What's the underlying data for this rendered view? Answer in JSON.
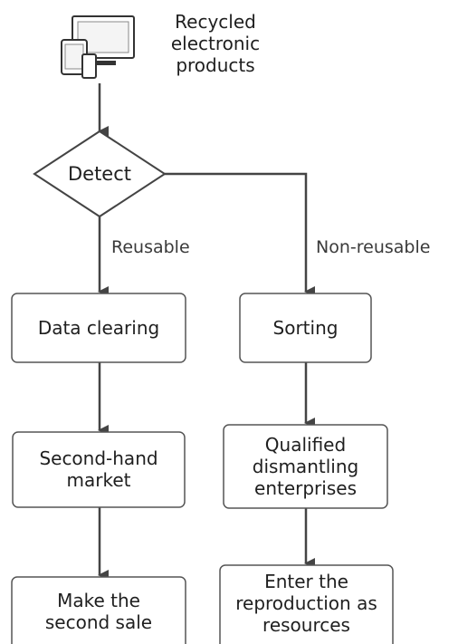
{
  "source": {
    "label": "Recycled\nelectronic\nproducts",
    "icon": "computer-devices-icon"
  },
  "decision": {
    "label": "Detect"
  },
  "branches": {
    "left_label": "Reusable",
    "right_label": "Non-reusable"
  },
  "left_column": [
    {
      "label": "Data clearing"
    },
    {
      "label": "Second-hand\nmarket"
    },
    {
      "label": "Make the\nsecond sale"
    }
  ],
  "right_column": [
    {
      "label": "Sorting"
    },
    {
      "label": "Qualified\ndismantling\nenterprises"
    },
    {
      "label": "Enter the\nreproduction as\nresources"
    }
  ],
  "colors": {
    "stroke": "#444444",
    "fill": "#ffffff",
    "text": "#1f1f1f"
  }
}
